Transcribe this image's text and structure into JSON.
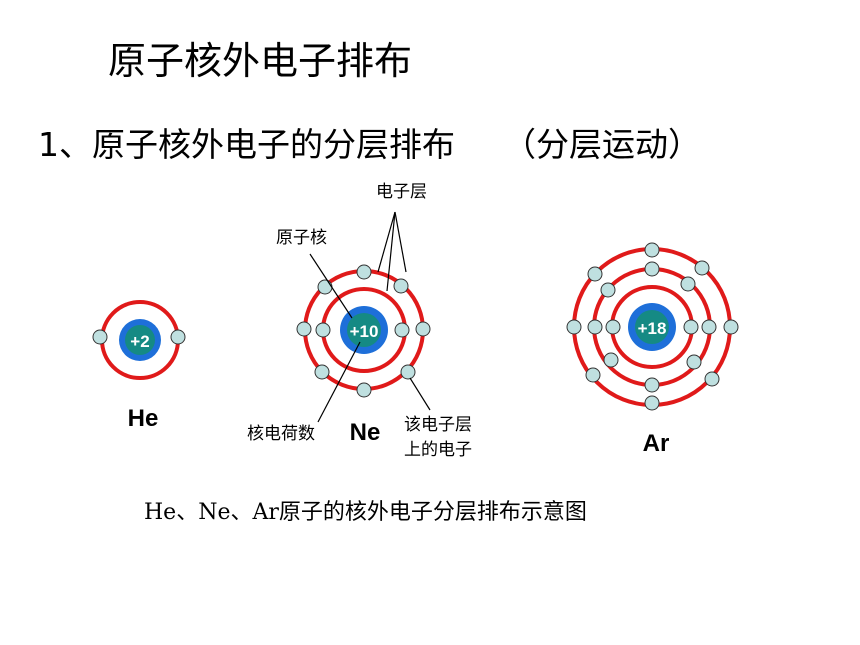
{
  "title": "原子核外电子排布",
  "subtitle": "1、原子核外电子的分层排布",
  "subtitle_note": "（分层运动）",
  "caption": "He、Ne、Ar原子的核外电子分层排布示意图",
  "colors": {
    "orbit": "#e01a1a",
    "nucleus_outer": "#1e6fd9",
    "nucleus_inner": "#158a84",
    "electron": "#bfe0e0"
  },
  "atoms": [
    {
      "symbol": "He",
      "charge": "+2"
    },
    {
      "symbol": "Ne",
      "charge": "+10"
    },
    {
      "symbol": "Ar",
      "charge": "+18"
    }
  ],
  "annotations": {
    "shell": "电子层",
    "nucleus": "原子核",
    "nuclear_charge": "核电荷数",
    "shell_electrons_line1": "该电子层",
    "shell_electrons_line2": "上的电子"
  }
}
